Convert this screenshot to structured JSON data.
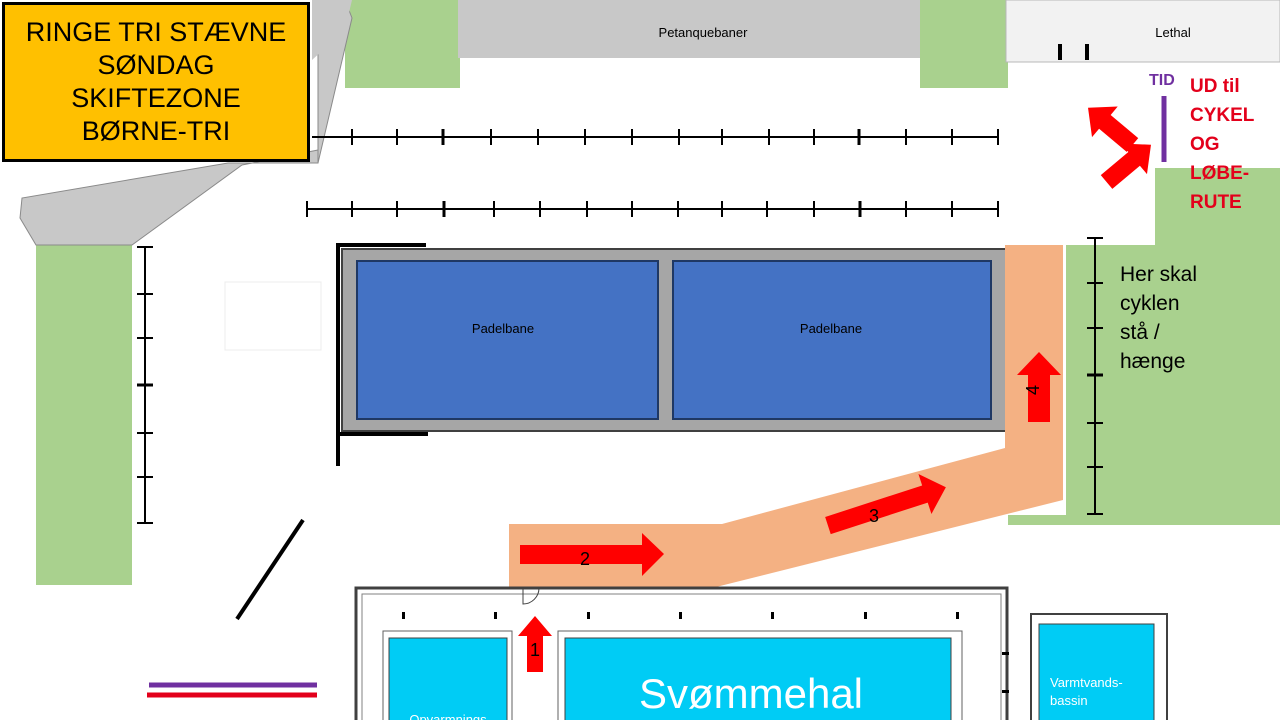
{
  "title": {
    "lines": [
      "RINGE TRI STÆVNE",
      "SØNDAG",
      "SKIFTEZONE",
      "BØRNE-TRI"
    ],
    "background": "#ffc000"
  },
  "areas": {
    "petanque_label": "Petanquebaner",
    "lethal_label": "Lethal",
    "padel_left_label": "Padelbane",
    "padel_right_label": "Padelbane",
    "pool_label": "Svømmehal",
    "warmup_label": "Opvarmnings",
    "warm_water_line1": "Varmtvands-",
    "warm_water_line2": "bassin"
  },
  "exit": {
    "tid_label": "TID",
    "lines": [
      "UD til",
      "CYKEL",
      "OG",
      "LØBE-",
      "RUTE"
    ]
  },
  "bike_note": {
    "lines": [
      "Her skal",
      "cyklen",
      "stå /",
      "hænge"
    ]
  },
  "route_steps": [
    "1",
    "2",
    "3",
    "4"
  ],
  "colors": {
    "grass": "#a9d18e",
    "paving": "#c8c8c8",
    "padel_court": "#4472c4",
    "pool_water": "#00ccf5",
    "route": "#f4b183",
    "arrow": "#ff0000",
    "timing_mat": "#7030a0",
    "exit_text": "#e3001b"
  }
}
